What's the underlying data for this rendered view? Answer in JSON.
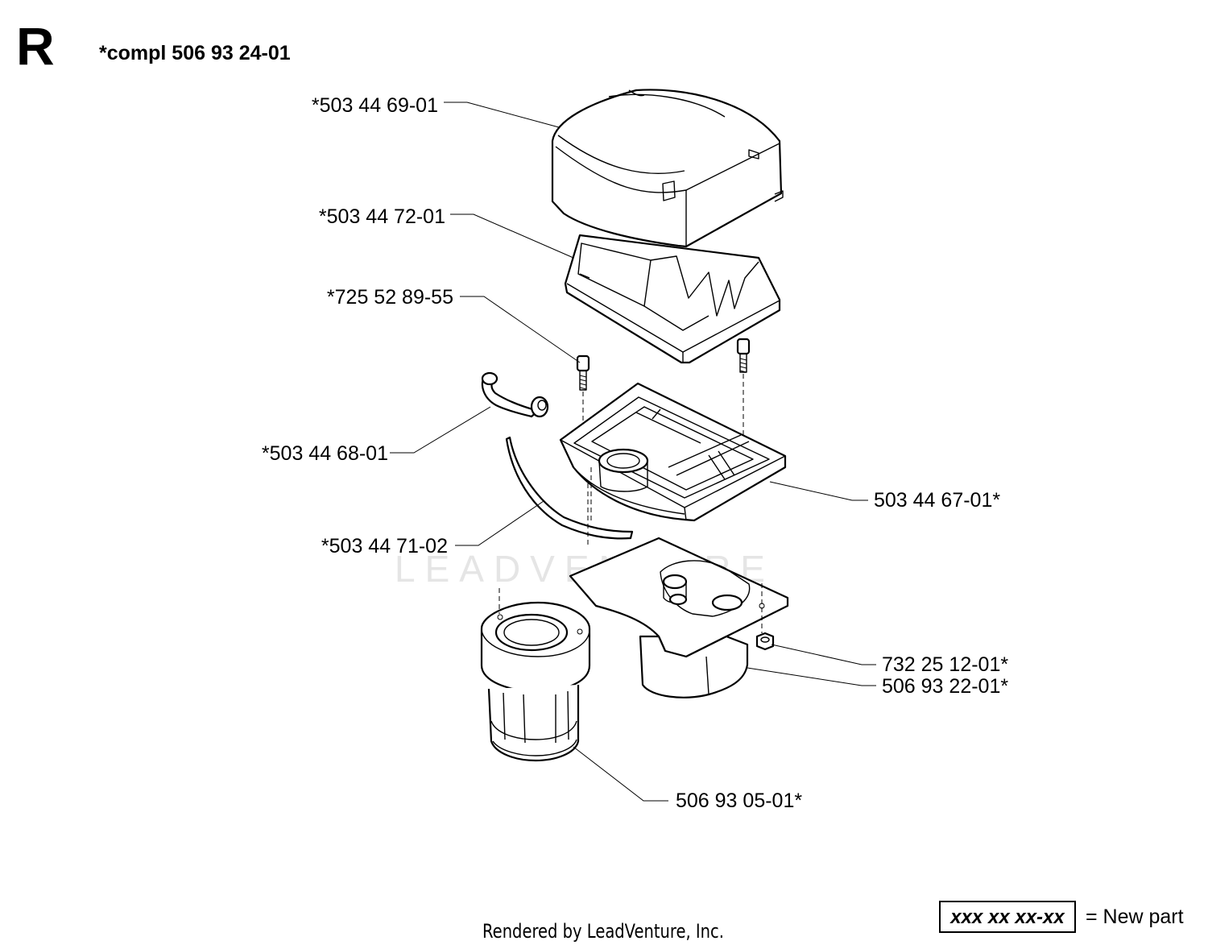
{
  "header": {
    "section_letter": "R",
    "assembly": "*compl 506 93 24-01"
  },
  "parts": [
    {
      "id": "cover",
      "label": "*503 44 69-01"
    },
    {
      "id": "filter-top",
      "label": "*503 44 72-01"
    },
    {
      "id": "screw",
      "label": "*725 52 89-55"
    },
    {
      "id": "clip",
      "label": "*503 44 68-01"
    },
    {
      "id": "filter-holder",
      "label": "503 44 67-01*"
    },
    {
      "id": "seal-strip",
      "label": "*503 44 71-02"
    },
    {
      "id": "nut",
      "label": "732 25 12-01*"
    },
    {
      "id": "intake-plate",
      "label": "506 93 22-01*"
    },
    {
      "id": "prefilter",
      "label": "506 93 05-01*"
    }
  ],
  "watermark": "LEADVENTURE",
  "footer": {
    "credit": "Rendered by LeadVenture, Inc."
  },
  "legend": {
    "sample": "xxx xx xx-xx",
    "text": "= New part"
  }
}
